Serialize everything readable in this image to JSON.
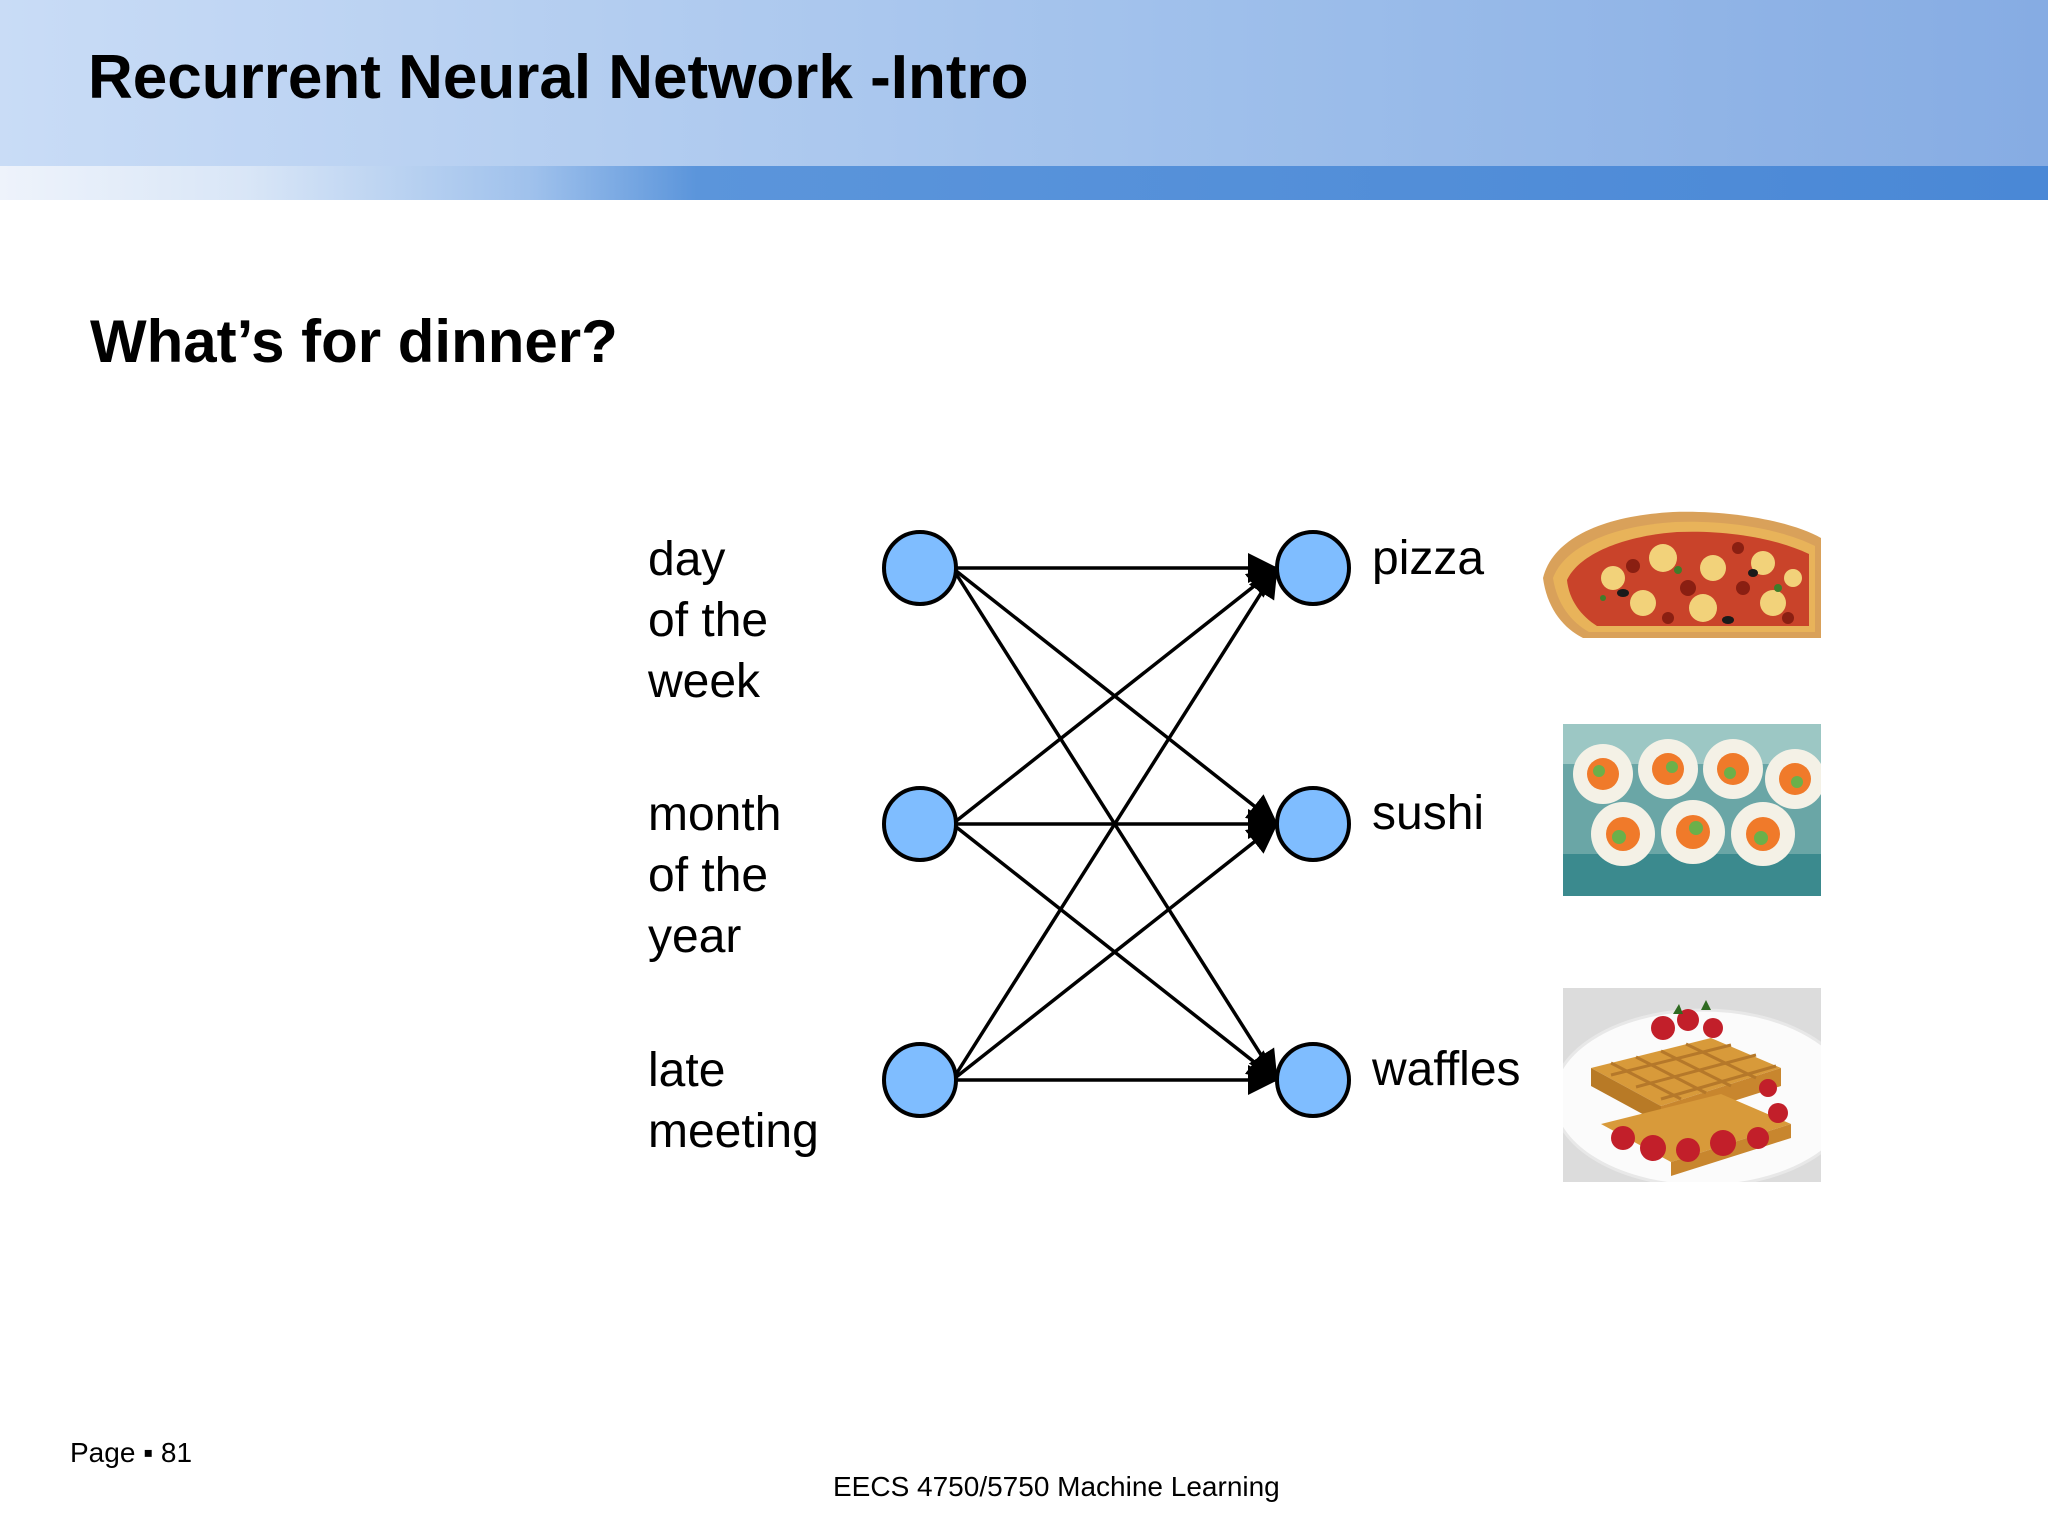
{
  "header": {
    "title": "Recurrent Neural Network -Intro"
  },
  "subtitle": "What’s for dinner?",
  "inputs": [
    {
      "lines": [
        "day",
        "of the",
        "week"
      ]
    },
    {
      "lines": [
        "month",
        "of the",
        "year"
      ]
    },
    {
      "lines": [
        "late",
        "meeting"
      ]
    }
  ],
  "outputs": [
    {
      "label": "pizza",
      "image_icon": "pizza-photo"
    },
    {
      "label": "sushi",
      "image_icon": "sushi-photo"
    },
    {
      "label": "waffles",
      "image_icon": "waffles-photo"
    }
  ],
  "colors": {
    "node_fill": "#7fbdff",
    "node_stroke": "#000000",
    "header_blue": "#4a88d6"
  },
  "footer": {
    "page_label": "Page",
    "page_number": "81",
    "course": "EECS 4750/5750 Machine Learning"
  }
}
